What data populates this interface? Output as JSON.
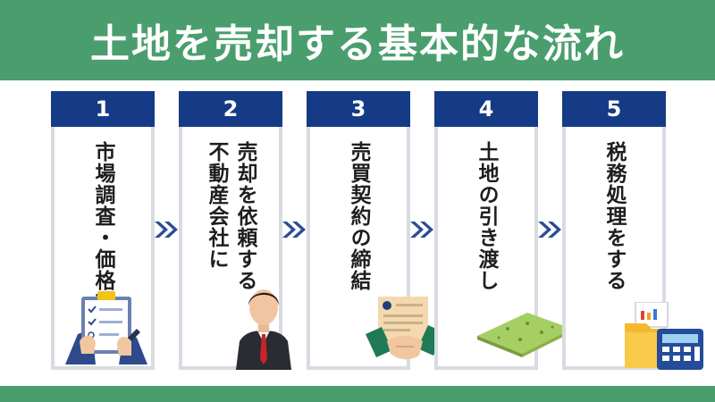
{
  "header": {
    "title": "土地を売却する基本的な流れ"
  },
  "steps": [
    {
      "number": "1",
      "lines": [
        "市場調査・価格査定"
      ],
      "illustration": "clipboard-checklist-icon"
    },
    {
      "number": "2",
      "lines": [
        "不動産会社に",
        "売却を依頼する"
      ],
      "illustration": "businessman-icon"
    },
    {
      "number": "3",
      "lines": [
        "売買契約の締結"
      ],
      "illustration": "handshake-contract-icon"
    },
    {
      "number": "4",
      "lines": [
        "土地の引き渡し"
      ],
      "illustration": "land-plot-icon"
    },
    {
      "number": "5",
      "lines": [
        "税務処理をする"
      ],
      "illustration": "folder-calculator-icon"
    }
  ],
  "arrows": {
    "icon": "double-chevron-right-icon"
  },
  "colors": {
    "header_green": "#4a9e6e",
    "step_navy": "#163b86",
    "box_border": "#d8dbe2",
    "arrow_navy": "#2c4c94"
  }
}
